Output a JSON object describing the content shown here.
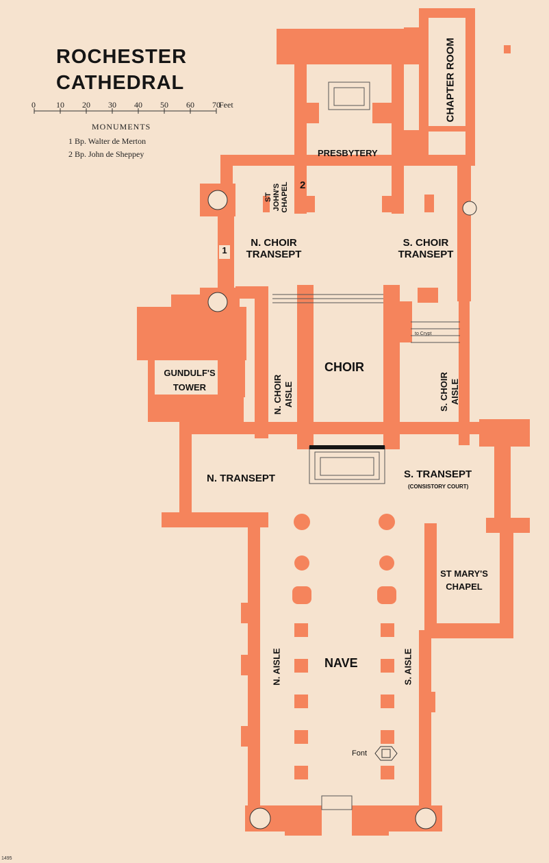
{
  "title": {
    "line1": "ROCHESTER",
    "line2": "CATHEDRAL"
  },
  "scale": {
    "ticks": [
      "0",
      "10",
      "20",
      "30",
      "40",
      "50",
      "60",
      "70"
    ],
    "unit": "Feet"
  },
  "legend": {
    "heading": "MONUMENTS",
    "items": [
      "1 Bp. Walter de Merton",
      "2 Bp. John de Sheppey"
    ]
  },
  "areas": {
    "chapter_room": "CHAPTER ROOM",
    "presbytery": "PRESBYTERY",
    "st_johns_1": "ST",
    "st_johns_2": "JOHN'S",
    "st_johns_3": "CHAPEL",
    "n_choir_transept_1": "N. CHOIR",
    "n_choir_transept_2": "TRANSEPT",
    "s_choir_transept_1": "S. CHOIR",
    "s_choir_transept_2": "TRANSEPT",
    "gundulfs_1": "GUNDULF'S",
    "gundulfs_2": "TOWER",
    "n_choir_aisle_1": "N. CHOIR",
    "n_choir_aisle_2": "AISLE",
    "choir": "CHOIR",
    "s_choir_aisle_1": "S. CHOIR",
    "s_choir_aisle_2": "AISLE",
    "n_transept": "N. TRANSEPT",
    "s_transept": "S. TRANSEPT",
    "consistory": "(CONSISTORY COURT)",
    "st_marys_1": "ST MARY'S",
    "st_marys_2": "CHAPEL",
    "nave": "NAVE",
    "n_aisle": "N. AISLE",
    "s_aisle": "S. AISLE",
    "font": "Font",
    "crypt": "to Crypt"
  },
  "markers": {
    "m1": "1",
    "m2": "2"
  },
  "plate_number": "1495",
  "colors": {
    "wall": "#f5845c",
    "paper": "#f6e3cf",
    "ink": "#151515",
    "line": "#555555"
  }
}
